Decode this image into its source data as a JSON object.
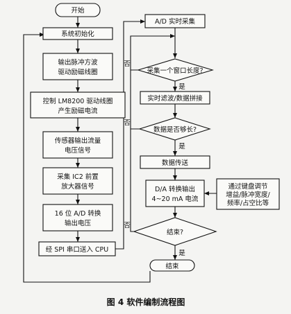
{
  "nodes": {
    "start": "开始",
    "init": "系统初始化",
    "pulse": [
      "输出脉冲方波",
      "驱动励磁线圈"
    ],
    "lm8200": [
      "控制 LM8200 驱动线圈",
      "产生励磁电流"
    ],
    "sensor": [
      "传感器输出流量",
      "电压信号"
    ],
    "ic2": [
      "采集 IC2 前置",
      "放大器信号"
    ],
    "ad16": [
      "16 位 A/D 转换",
      "输出电压"
    ],
    "spi": "经 SPI 串口送入 CPU",
    "adsample": "A/D 实时采集",
    "window_q": "采集一个窗口长度?",
    "filter": "实时滤波/数据拼接",
    "enough_q": "数据是否够长?",
    "transfer": "数据传送",
    "da": [
      "D/A 转换输出",
      "4~20 mA 电流"
    ],
    "keyboard": [
      "通过键盘调节",
      "增益/脉冲宽度/",
      "频率/占空比等"
    ],
    "end_q": "结束?",
    "end": "结束"
  },
  "edges": {
    "yes": "是",
    "no": "否"
  },
  "caption": "图 4   软件编制流程图"
}
